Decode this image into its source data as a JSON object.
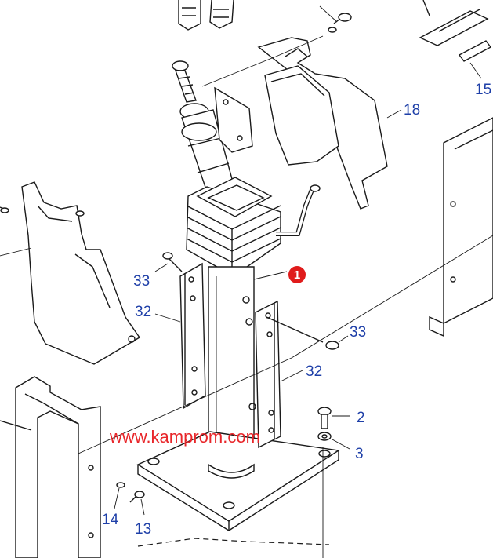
{
  "diagram": {
    "callouts": [
      {
        "id": "1",
        "style": "badge"
      },
      {
        "id": "2"
      },
      {
        "id": "3"
      },
      {
        "id": "13"
      },
      {
        "id": "14"
      },
      {
        "id": "15"
      },
      {
        "id": "18"
      },
      {
        "id": "32"
      },
      {
        "id": "32"
      },
      {
        "id": "33"
      },
      {
        "id": "33"
      }
    ],
    "watermark": "www.kamprom.com"
  },
  "colors": {
    "callout_text": "#1e3fa8",
    "watermark": "#e8262a",
    "badge_fill": "#e01b1b",
    "line_art": "#1a1a1a"
  }
}
